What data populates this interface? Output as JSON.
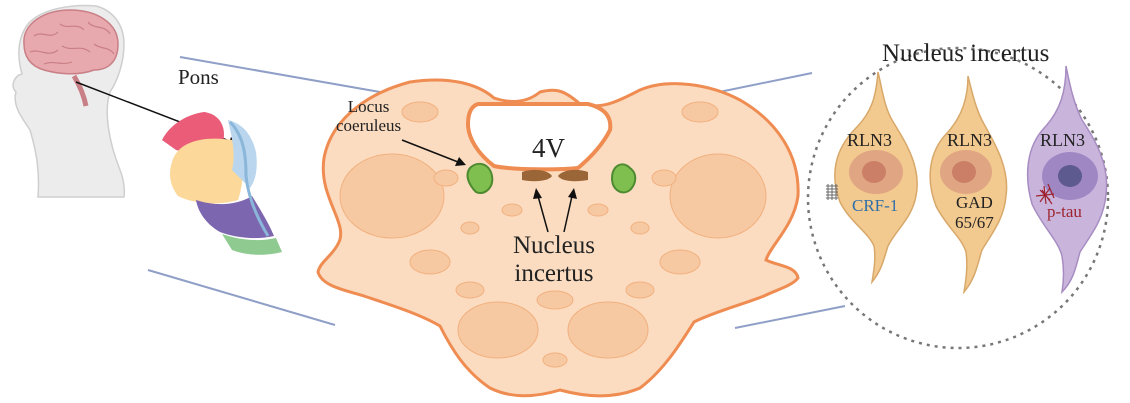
{
  "labels": {
    "pons": "Pons",
    "locus_line1": "Locus",
    "locus_line2": "coeruleus",
    "fourth_ventricle": "4V",
    "nucleus_line1": "Nucleus",
    "nucleus_line2": "incertus",
    "panel_title": "Nucleus incertus"
  },
  "cells": [
    {
      "marker": "RLN3",
      "secondary": "CRF-1",
      "secondary_color": "#2e6fa8"
    },
    {
      "marker": "RLN3",
      "secondary_line1": "GAD",
      "secondary_line2": "65/67"
    },
    {
      "marker": "RLN3",
      "secondary": "p-tau",
      "secondary_color": "#9e2430"
    }
  ],
  "colors": {
    "pons_fill": "#fbdcc0",
    "pons_outline": "#ef8c52",
    "locus_green": "#7fbf4f",
    "nucleus_brown": "#9a6637",
    "cell_orange": "#f2c98f",
    "cell_purple": "#c9b5dc",
    "brain_pink": "#e7a9ad",
    "head_skin": "#ececec"
  }
}
